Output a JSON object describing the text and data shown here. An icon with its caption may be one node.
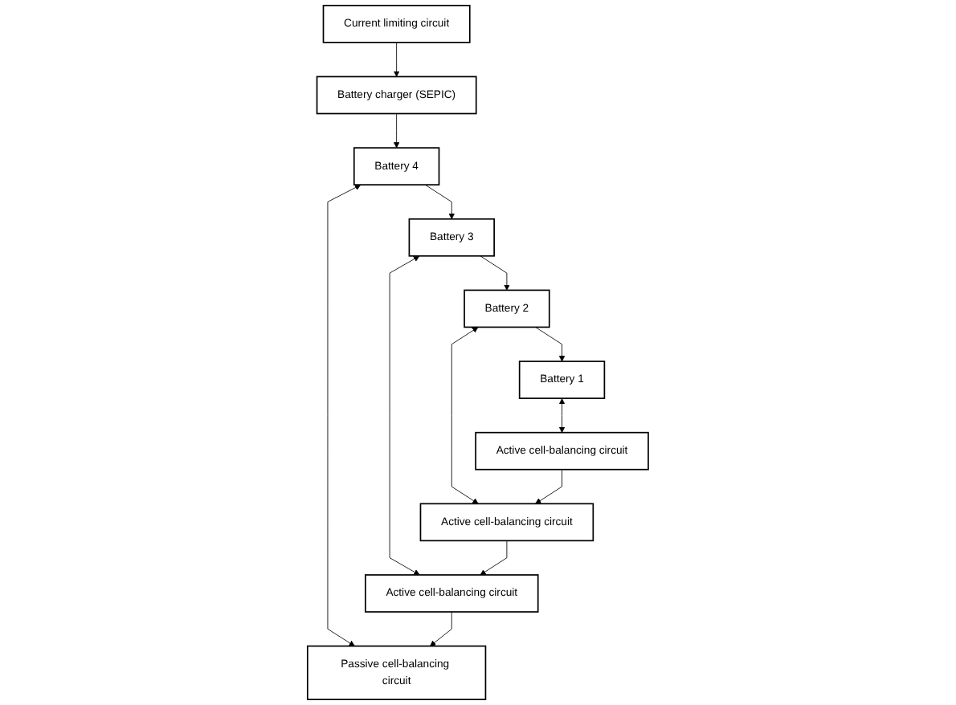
{
  "diagram": {
    "nodes": [
      {
        "text": [
          "Battery charger (SEPIC)"
        ]
      },
      {
        "text": [
          "Current limiting circuit"
        ]
      },
      {
        "text": [
          "Battery 4"
        ]
      },
      {
        "text": [
          "Passive cell-balancing circuit"
        ]
      },
      {
        "text": [
          "Battery 3"
        ]
      },
      {
        "text": [
          "Active cell-balancing circuit"
        ]
      },
      {
        "text": [
          "Battery 2"
        ]
      },
      {
        "text": [
          "Active cell-balancing circuit"
        ]
      },
      {
        "text": [
          "Battery 1"
        ]
      },
      {
        "text": [
          "Active cell-balancing circuit"
        ]
      }
    ],
    "edges": [
      {
        "from": 1,
        "to": 0,
        "arrow": "to"
      },
      {
        "from": 0,
        "to": 2,
        "arrow": "to"
      },
      {
        "from": 2,
        "to": 3,
        "arrow": "both"
      },
      {
        "from": 2,
        "to": 4,
        "arrow": "to"
      },
      {
        "from": 4,
        "to": 5,
        "arrow": "both"
      },
      {
        "from": 4,
        "to": 6,
        "arrow": "to"
      },
      {
        "from": 6,
        "to": 7,
        "arrow": "both"
      },
      {
        "from": 6,
        "to": 8,
        "arrow": "to"
      },
      {
        "from": 8,
        "to": 9,
        "arrow": "both"
      },
      {
        "from": 9,
        "to": 7,
        "arrow": "to"
      },
      {
        "from": 7,
        "to": 5,
        "arrow": "to"
      },
      {
        "from": 5,
        "to": 3,
        "arrow": "to"
      }
    ]
  }
}
